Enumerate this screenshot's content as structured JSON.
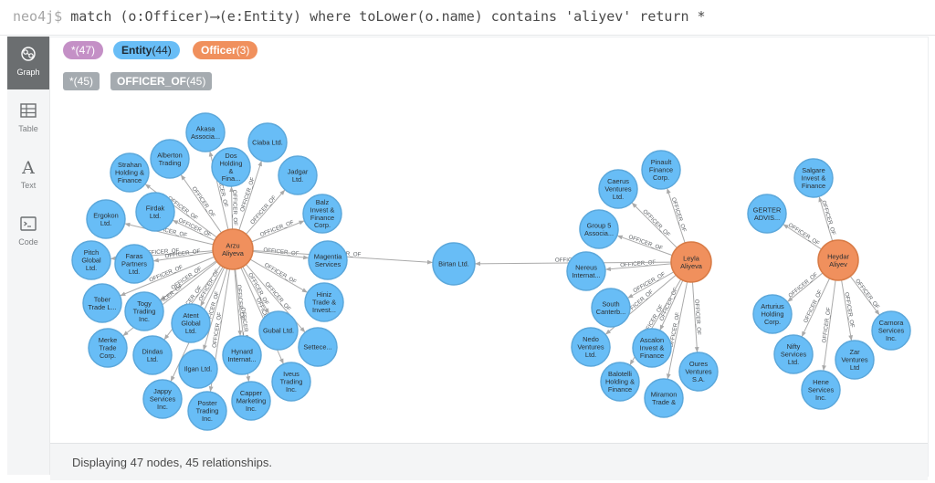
{
  "query": {
    "prompt": "neo4j$",
    "text": "match (o:Officer)⟶(e:Entity) where toLower(o.name) contains 'aliyev' return *"
  },
  "sidebar": {
    "items": [
      {
        "label": "Graph",
        "icon": "graph-icon",
        "active": true
      },
      {
        "label": "Table",
        "icon": "table-icon",
        "active": false
      },
      {
        "label": "Text",
        "icon": "text-icon",
        "active": false
      },
      {
        "label": "Code",
        "icon": "code-icon",
        "active": false
      }
    ]
  },
  "legend": {
    "node_labels": [
      {
        "name": "*",
        "count": "(47)",
        "color": "#c490c6"
      },
      {
        "name": "Entity",
        "count": "(44)",
        "color": "#68bdf6"
      },
      {
        "name": "Officer",
        "count": "(3)",
        "color": "#f0905d"
      }
    ],
    "rel_types": [
      {
        "name": "*",
        "count": "(45)"
      },
      {
        "name": "OFFICER_OF",
        "count": "(45)"
      }
    ]
  },
  "colors": {
    "entity_fill": "#68bdf6",
    "entity_stroke": "#5ca8db",
    "officer_fill": "#f0905d",
    "officer_stroke": "#d87b46",
    "edge": "#aaaaaa"
  },
  "graph": {
    "edge_label": "OFFICER_OF",
    "officers": [
      {
        "id": "arzu",
        "label": [
          "Arzu",
          "Aliyeva"
        ]
      },
      {
        "id": "leyla",
        "label": [
          "Leyla",
          "Aliyeva"
        ]
      },
      {
        "id": "heydar",
        "label": [
          "Heydar",
          "Aliyev"
        ]
      }
    ],
    "entities": [
      {
        "id": "akasa",
        "label": [
          "Akasa",
          "Associa..."
        ],
        "officer": "arzu"
      },
      {
        "id": "ciaba",
        "label": [
          "Ciaba Ltd."
        ],
        "officer": "arzu"
      },
      {
        "id": "alberton",
        "label": [
          "Alberton",
          "Trading"
        ],
        "officer": "arzu"
      },
      {
        "id": "dos",
        "label": [
          "Dos",
          "Holding",
          "&",
          "Fina..."
        ],
        "officer": "arzu"
      },
      {
        "id": "jadgar",
        "label": [
          "Jadgar",
          "Ltd."
        ],
        "officer": "arzu"
      },
      {
        "id": "strahan",
        "label": [
          "Strahan",
          "Holding &",
          "Finance"
        ],
        "officer": "arzu"
      },
      {
        "id": "firdak",
        "label": [
          "Firdak",
          "Ltd."
        ],
        "officer": "arzu"
      },
      {
        "id": "balz",
        "label": [
          "Balz",
          "Invest &",
          "Finance",
          "Corp."
        ],
        "officer": "arzu"
      },
      {
        "id": "ergokon",
        "label": [
          "Ergokon",
          "Ltd."
        ],
        "officer": "arzu"
      },
      {
        "id": "magentia",
        "label": [
          "Magentia",
          "Services"
        ],
        "officer": "arzu"
      },
      {
        "id": "pitch",
        "label": [
          "Pitch",
          "Global",
          "Ltd."
        ],
        "officer": "arzu"
      },
      {
        "id": "faras",
        "label": [
          "Faras",
          "Partners",
          "Ltd."
        ],
        "officer": "arzu"
      },
      {
        "id": "tober",
        "label": [
          "Tober",
          "Trade L..."
        ],
        "officer": "arzu"
      },
      {
        "id": "togy",
        "label": [
          "Togy",
          "Trading",
          "Inc."
        ],
        "officer": "arzu"
      },
      {
        "id": "hiniz",
        "label": [
          "Hiniz",
          "Trade &",
          "Invest..."
        ],
        "officer": "arzu"
      },
      {
        "id": "atent",
        "label": [
          "Atent",
          "Global",
          "Ltd."
        ],
        "officer": "arzu"
      },
      {
        "id": "gubal",
        "label": [
          "Gubal Ltd."
        ],
        "officer": "arzu"
      },
      {
        "id": "settece",
        "label": [
          "Settece..."
        ],
        "officer": "arzu"
      },
      {
        "id": "merke",
        "label": [
          "Merke",
          "Trade",
          "Corp."
        ],
        "officer": "arzu"
      },
      {
        "id": "dindas",
        "label": [
          "Dindas",
          "Ltd."
        ],
        "officer": "arzu"
      },
      {
        "id": "hynard",
        "label": [
          "Hynard",
          "Internat..."
        ],
        "officer": "arzu"
      },
      {
        "id": "ilgan",
        "label": [
          "Ilgan Ltd."
        ],
        "officer": "arzu"
      },
      {
        "id": "iveus",
        "label": [
          "Iveus",
          "Trading",
          "Inc."
        ],
        "officer": "arzu"
      },
      {
        "id": "jappy",
        "label": [
          "Jappy",
          "Services",
          "Inc."
        ],
        "officer": "arzu"
      },
      {
        "id": "capper",
        "label": [
          "Capper",
          "Marketing",
          "Inc."
        ],
        "officer": "arzu"
      },
      {
        "id": "poster",
        "label": [
          "Poster",
          "Trading",
          "Inc."
        ],
        "officer": "arzu"
      },
      {
        "id": "birtan",
        "label": [
          "Birtan Ltd."
        ],
        "officer": "arzu"
      },
      {
        "id": "pinault",
        "label": [
          "Pinault",
          "Finance",
          "Corp."
        ],
        "officer": "leyla"
      },
      {
        "id": "caerus",
        "label": [
          "Caerus",
          "Ventures",
          "Ltd."
        ],
        "officer": "leyla"
      },
      {
        "id": "group5",
        "label": [
          "Group 5",
          "Associa..."
        ],
        "officer": "leyla"
      },
      {
        "id": "nereus",
        "label": [
          "Nereus",
          "Internat..."
        ],
        "officer": "leyla"
      },
      {
        "id": "south",
        "label": [
          "South",
          "Canterb..."
        ],
        "officer": "leyla"
      },
      {
        "id": "nedo",
        "label": [
          "Nedo",
          "Ventures",
          "Ltd."
        ],
        "officer": "leyla"
      },
      {
        "id": "ascalon",
        "label": [
          "Ascalon",
          "Invest &",
          "Finance"
        ],
        "officer": "leyla"
      },
      {
        "id": "oures",
        "label": [
          "Oures",
          "Ventures",
          "S.A."
        ],
        "officer": "leyla"
      },
      {
        "id": "balotelli",
        "label": [
          "Balotelli",
          "Holding &",
          "Finance"
        ],
        "officer": "leyla"
      },
      {
        "id": "miramon",
        "label": [
          "Miramon",
          "Trade &"
        ],
        "officer": "leyla"
      },
      {
        "id": "salgare",
        "label": [
          "Salgare",
          "Invest &",
          "Finance"
        ],
        "officer": "heydar"
      },
      {
        "id": "gerter",
        "label": [
          "GERTER",
          "ADVIS..."
        ],
        "officer": "heydar"
      },
      {
        "id": "arturius",
        "label": [
          "Arturius",
          "Holding",
          "Corp."
        ],
        "officer": "heydar"
      },
      {
        "id": "carnora",
        "label": [
          "Carnora",
          "Services",
          "Inc."
        ],
        "officer": "heydar"
      },
      {
        "id": "nifty",
        "label": [
          "Nifty",
          "Services",
          "Ltd."
        ],
        "officer": "heydar"
      },
      {
        "id": "zar",
        "label": [
          "Zar",
          "Ventures",
          "Ltd"
        ],
        "officer": "heydar"
      },
      {
        "id": "hene",
        "label": [
          "Hene",
          "Services",
          "Inc."
        ],
        "officer": "heydar"
      }
    ],
    "extra_links": [
      {
        "from": "leyla",
        "to": "birtan"
      }
    ]
  },
  "footer": {
    "status": "Displaying 47 nodes, 45 relationships."
  }
}
